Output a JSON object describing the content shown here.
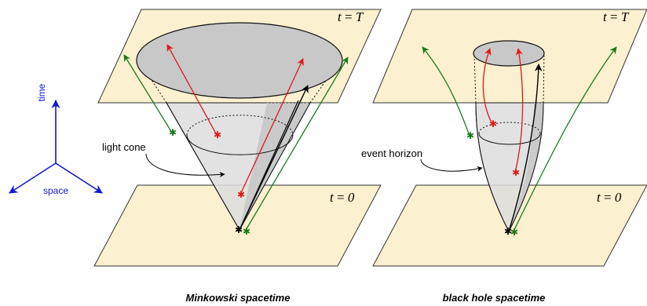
{
  "axes": {
    "time_label": "time",
    "space_label": "space",
    "color": "#1515d6"
  },
  "panels": {
    "minkowski": {
      "top_plane_label_t": "t",
      "top_plane_label_eq": " = ",
      "top_plane_label_val": "T",
      "bottom_plane_label_t": "t",
      "bottom_plane_label_eq": " = ",
      "bottom_plane_label_val": "0",
      "annotation": "light cone",
      "caption": "Minkowski spacetime"
    },
    "black_hole": {
      "top_plane_label_t": "t",
      "top_plane_label_eq": " = ",
      "top_plane_label_val": "T",
      "bottom_plane_label_t": "t",
      "bottom_plane_label_eq": " = ",
      "bottom_plane_label_val": "0",
      "annotation": "event horizon",
      "caption": "black hole spacetime"
    }
  },
  "colors": {
    "plane_fill": "#fbf0cf",
    "red_worldline": "#e01818",
    "green_worldline": "#1a7a1a",
    "black_worldline": "#000000",
    "cone_fill": "#dddddd",
    "disk_fill": "#c8c8c8"
  }
}
